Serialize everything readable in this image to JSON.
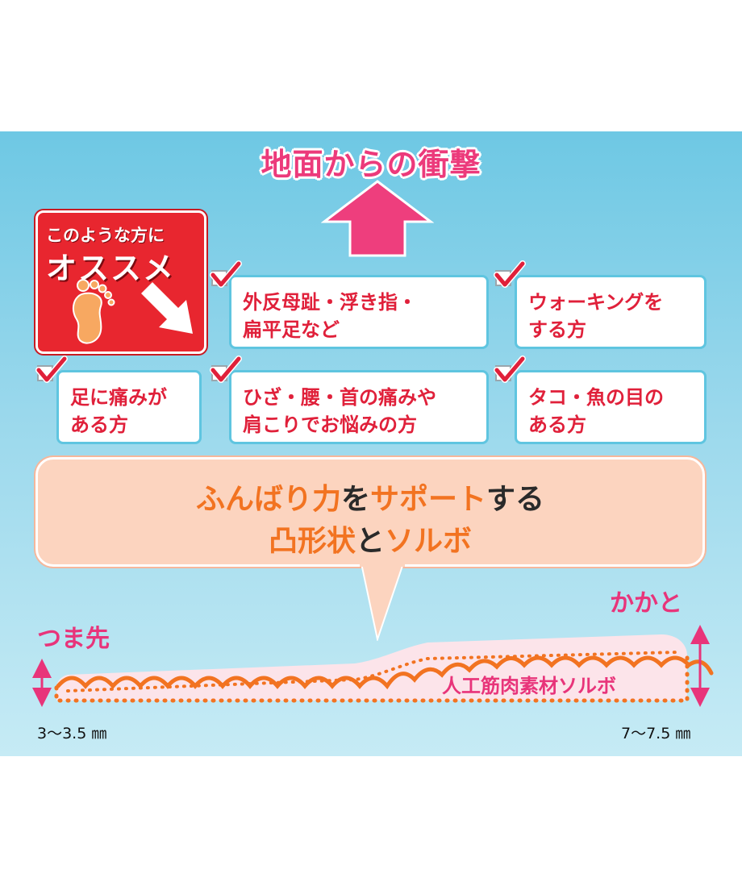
{
  "title": "地面からの衝撃",
  "badge": {
    "line1": "このような方に",
    "line2": "オススメ"
  },
  "checklist": [
    {
      "line1": "外反母趾・浮き指・",
      "line2": "扁平足など"
    },
    {
      "line1": "ウォーキングを",
      "line2": "する方"
    },
    {
      "line1": "足に痛みが",
      "line2": "ある方"
    },
    {
      "line1": "ひざ・腰・首の痛みや",
      "line2": "肩こりでお悩みの方"
    },
    {
      "line1": "タコ・魚の目の",
      "line2": "ある方"
    }
  ],
  "support": {
    "part1": "ふんばり力",
    "part2": "を",
    "part3": "サポート",
    "part4": "する",
    "part5": "凸形状",
    "part6": "と",
    "part7": "ソルボ"
  },
  "diagram": {
    "toe_label": "つま先",
    "heel_label": "かかと",
    "toe_thickness": "3〜3.5 ㎜",
    "heel_thickness": "7〜7.5 ㎜",
    "material_label": "人工筋肉素材ソルボ"
  },
  "colors": {
    "title_pink": "#ec3a7b",
    "badge_red": "#e8262f",
    "check_red": "#e0203a",
    "card_border": "#5fc5e0",
    "accent_orange": "#f27321",
    "support_bg": "#fcd4bf"
  },
  "icons": [
    "up-arrow-icon",
    "foot-icon",
    "diagonal-arrow-icon",
    "checkmark-icon",
    "pointer-icon",
    "double-arrow-icon"
  ]
}
